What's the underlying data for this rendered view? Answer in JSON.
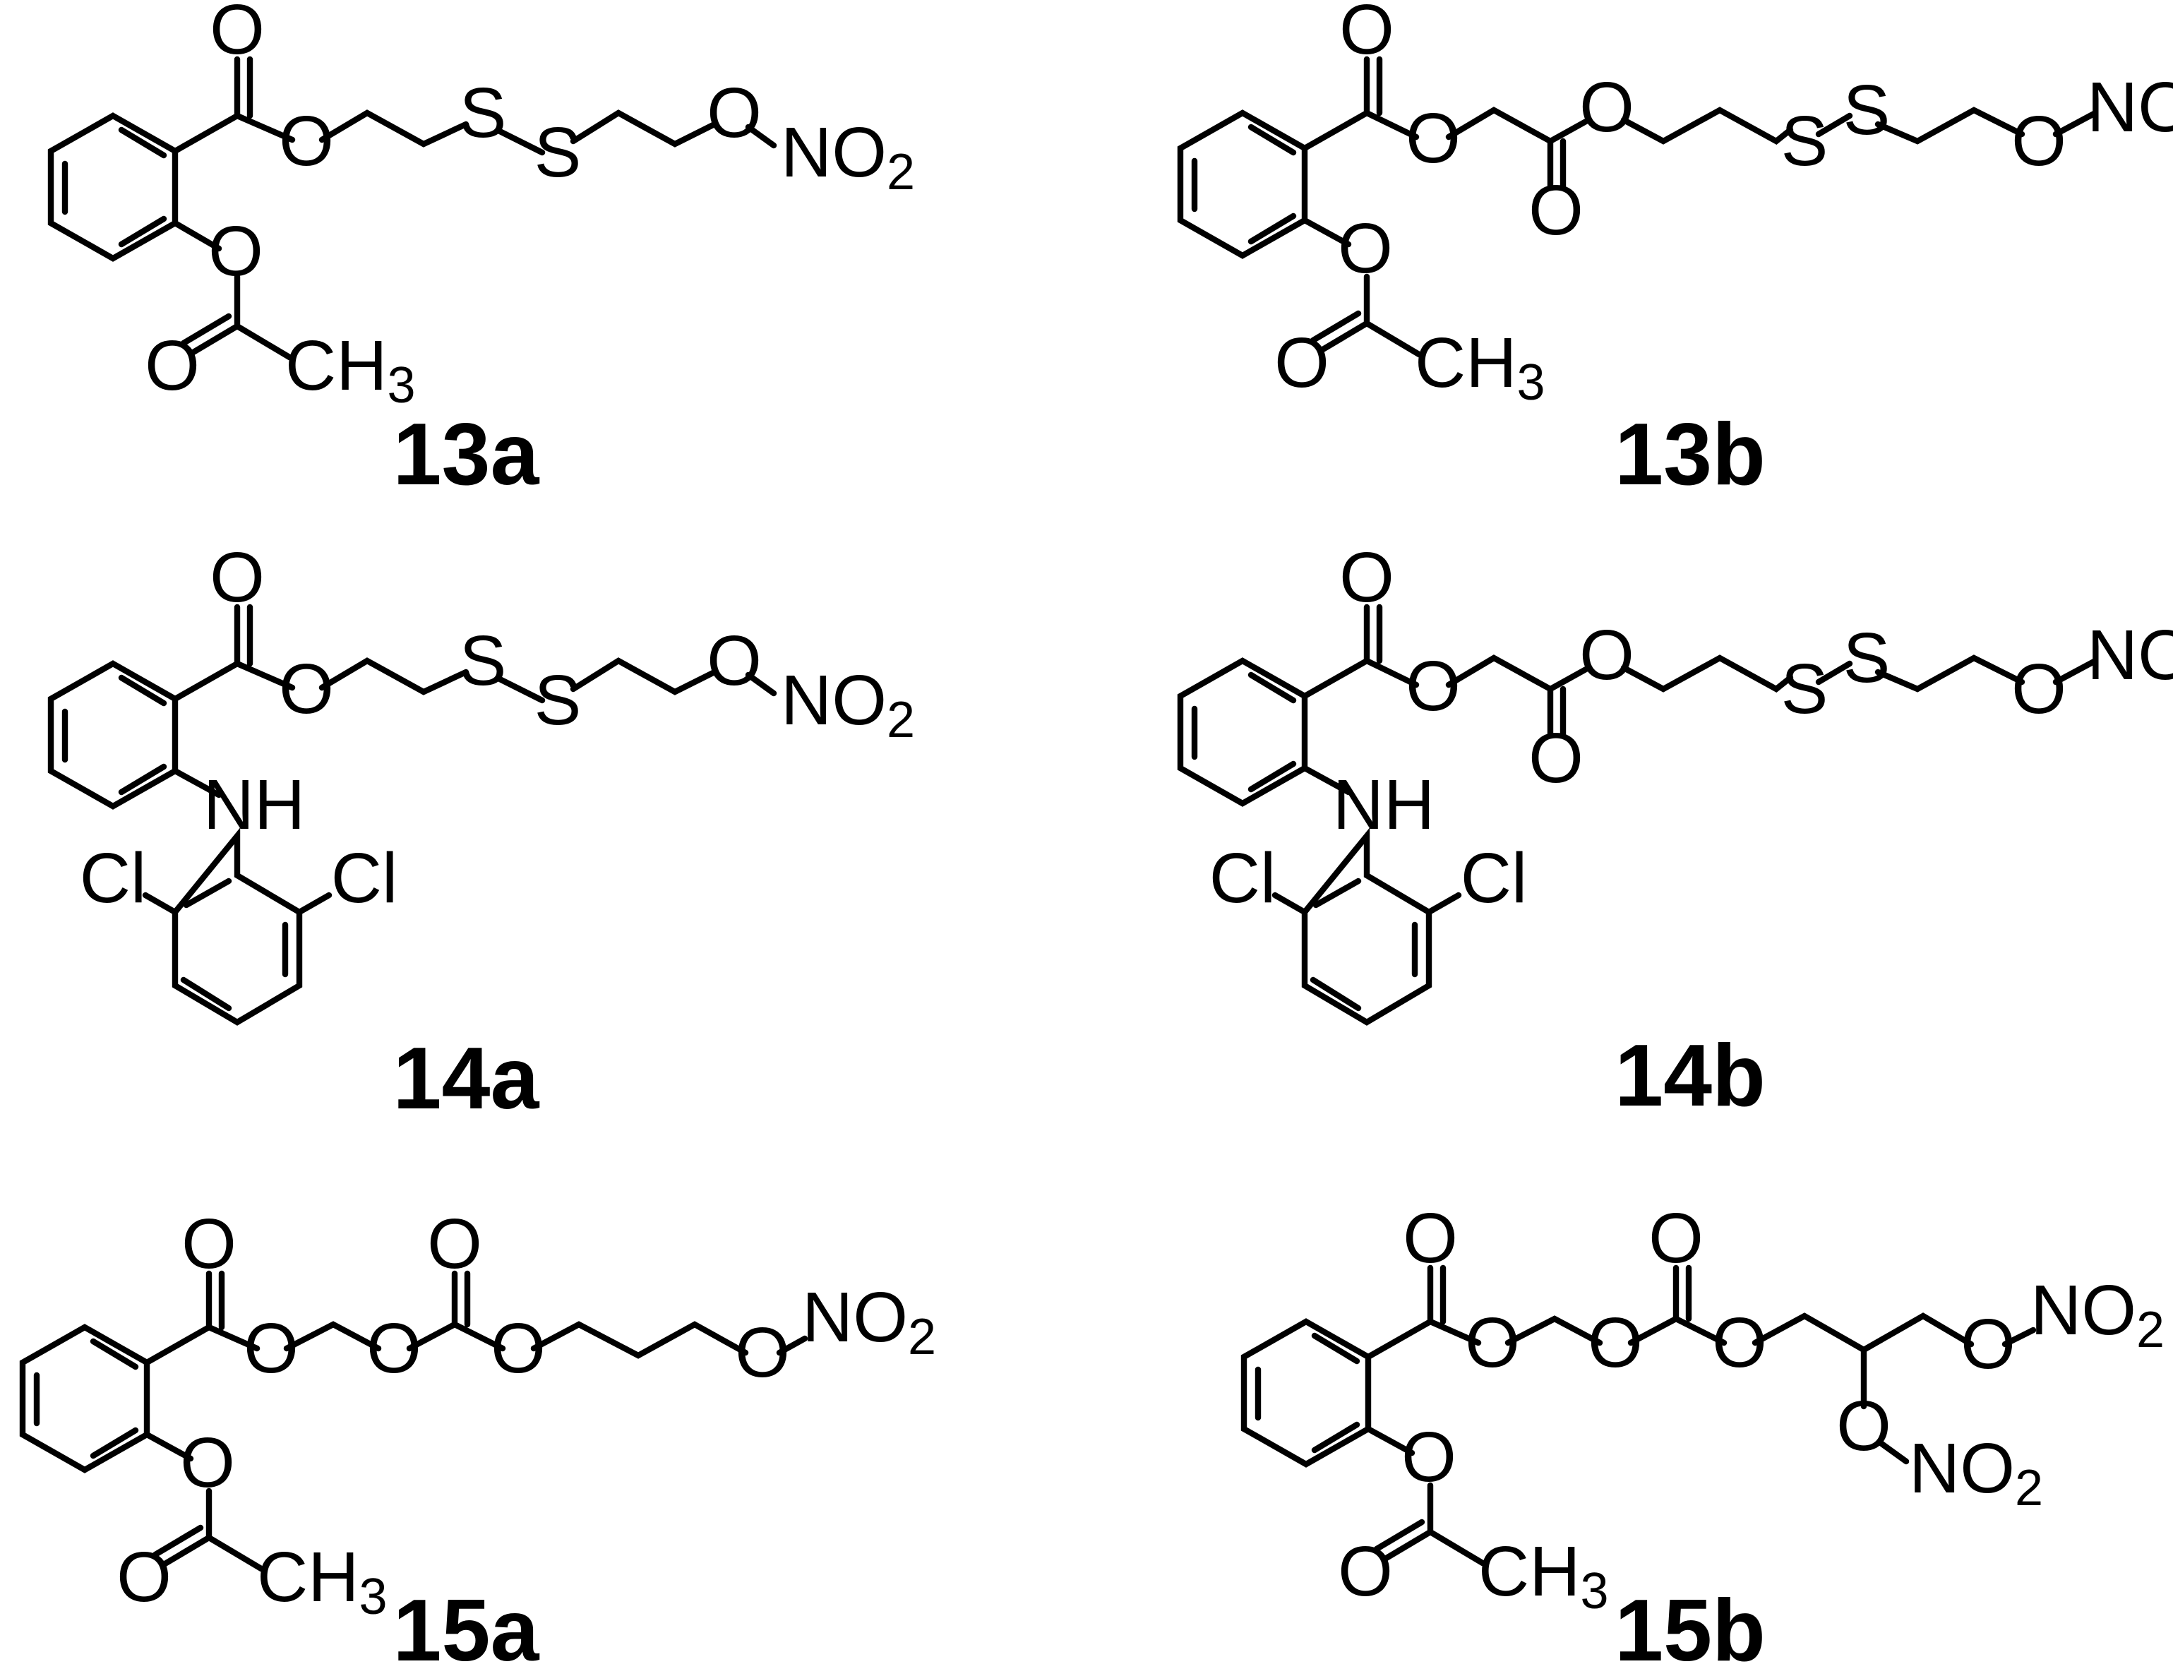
{
  "figure": {
    "atoms": {
      "O": "O",
      "S": "S",
      "NO": "NO",
      "sub2": "2",
      "CH": "CH",
      "sub3": "3",
      "NH": "NH",
      "Cl": "Cl"
    },
    "compounds": [
      {
        "id": "13a",
        "label": "13a"
      },
      {
        "id": "13b",
        "label": "13b"
      },
      {
        "id": "14a",
        "label": "14a"
      },
      {
        "id": "14b",
        "label": "14b"
      },
      {
        "id": "15a",
        "label": "15a"
      },
      {
        "id": "15b",
        "label": "15b"
      }
    ]
  }
}
